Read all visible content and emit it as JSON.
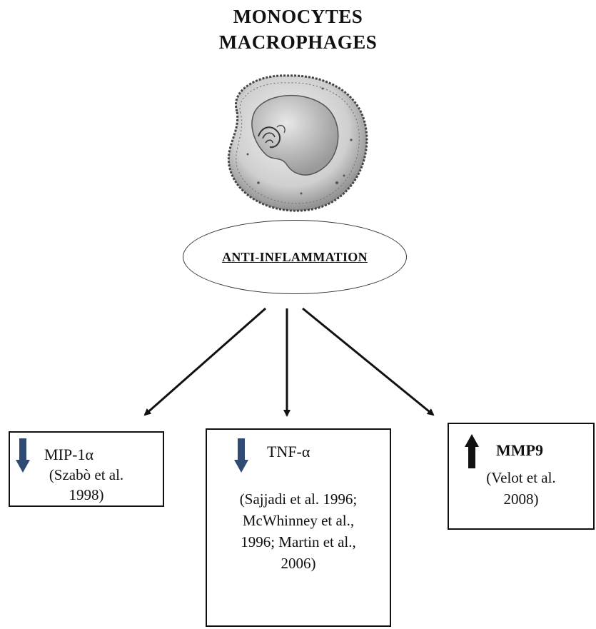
{
  "title": {
    "line1": "MONOCYTES",
    "line2": "MACROPHAGES"
  },
  "center": {
    "label": "ANTI-INFLAMMATION"
  },
  "boxes": [
    {
      "direction": "down",
      "label": "MIP-1α",
      "bold": false,
      "ref_lines": [
        "(Szabò et al.",
        "1998)"
      ],
      "indicator_color": "#2f4a73"
    },
    {
      "direction": "down",
      "label": "TNF-α",
      "bold": false,
      "ref_lines": [
        "(Sajjadi et al. 1996;",
        "McWhinney et al.,",
        "1996; Martin et al.,",
        "2006)"
      ],
      "indicator_color": "#2f4a73"
    },
    {
      "direction": "up",
      "label": "MMP9",
      "bold": true,
      "ref_lines": [
        "(Velot et al.",
        "2008)"
      ],
      "indicator_color": "#111111"
    }
  ]
}
